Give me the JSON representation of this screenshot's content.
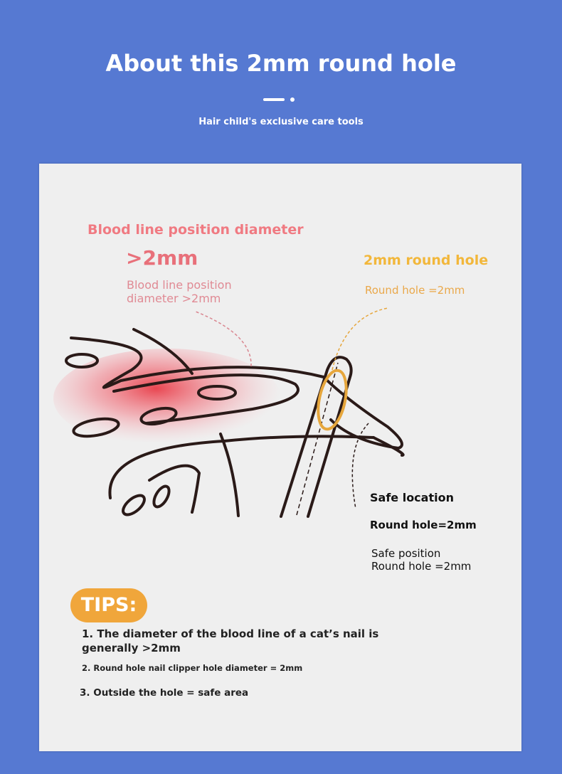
{
  "header": {
    "title": "About this 2mm round hole",
    "subtitle": "Hair child's exclusive care tools"
  },
  "colors": {
    "background": "#5679d2",
    "card": "#efefef",
    "pink": "#f07a82",
    "yellow": "#f2b73b",
    "tips_badge": "#f0a63b"
  },
  "blood_line": {
    "heading": "Blood line position diameter",
    "value": ">2mm",
    "caption_line1": "Blood line position",
    "caption_line2": "diameter >2mm"
  },
  "round_hole": {
    "heading": "2mm round hole",
    "caption": "Round hole =2mm"
  },
  "safe": {
    "heading": "Safe location",
    "subheading": "Round hole=2mm",
    "caption_line1": "Safe position",
    "caption_line2": "Round hole =2mm"
  },
  "tips": {
    "badge": "TIPS:",
    "items": [
      "1. The diameter of the blood line of a cat’s nail is generally >2mm",
      "2. Round hole nail clipper hole diameter = 2mm",
      "3. Outside the hole = safe area"
    ]
  }
}
